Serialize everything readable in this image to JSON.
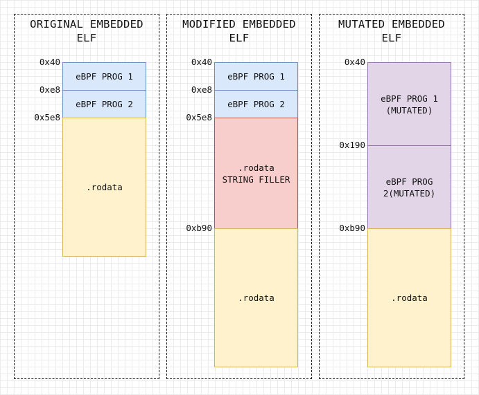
{
  "panels": [
    {
      "title": "ORIGINAL EMBEDDED\nELF",
      "segments": [
        "eBPF PROG 1",
        "eBPF PROG 2",
        ".rodata"
      ],
      "addresses": [
        "0x40",
        "0xe8",
        "0x5e8"
      ]
    },
    {
      "title": "MODIFIED EMBEDDED\nELF",
      "segments": [
        "eBPF PROG 1",
        "eBPF PROG 2",
        ".rodata\nSTRING FILLER",
        ".rodata"
      ],
      "addresses": [
        "0x40",
        "0xe8",
        "0x5e8",
        "0xb90"
      ]
    },
    {
      "title": "MUTATED EMBEDDED\nELF",
      "segments": [
        "eBPF PROG 1\n(MUTATED)",
        "eBPF PROG\n2(MUTATED)",
        ".rodata"
      ],
      "addresses": [
        "0x40",
        "0x190",
        "0xb90"
      ]
    }
  ],
  "colors": {
    "prog_fill": "#dae8fc",
    "prog_stroke": "#6c8ebf",
    "rodata_fill": "#fff2cc",
    "rodata_stroke": "#d6b656",
    "filler_fill": "#f8cecc",
    "filler_stroke": "#b85450",
    "mutated_fill": "#e1d5e7",
    "mutated_stroke": "#9673a6"
  }
}
